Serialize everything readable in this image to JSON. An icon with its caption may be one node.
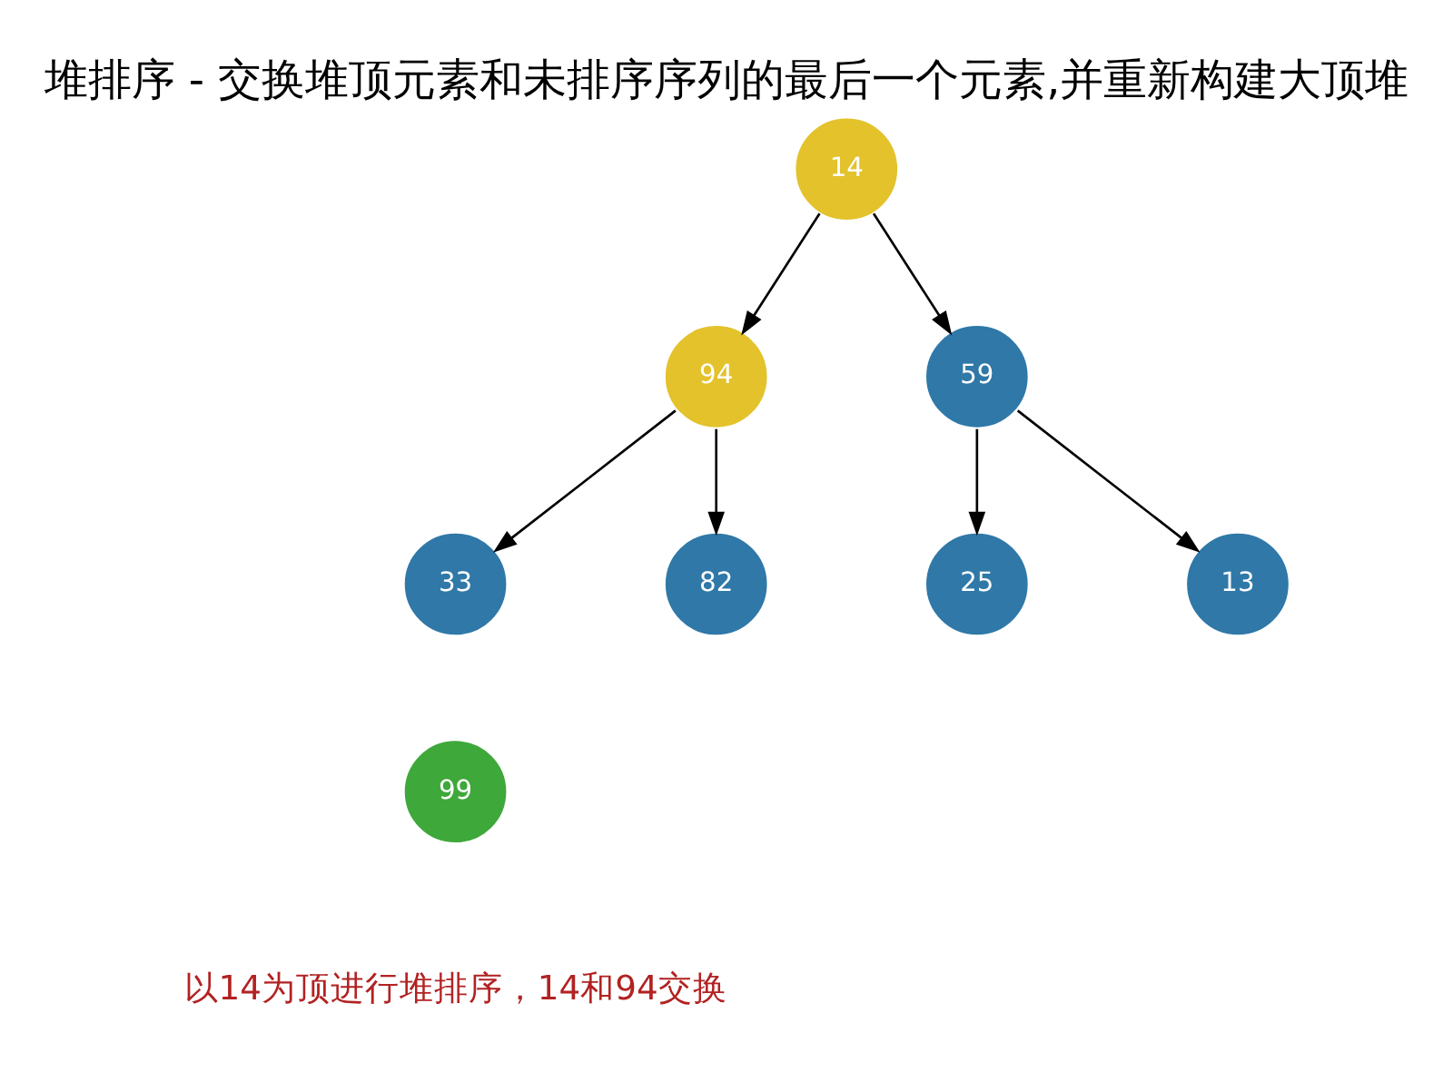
{
  "diagram": {
    "title": "堆排序 - 交换堆顶元素和未排序序列的最后一个元素,并重新构建大顶堆",
    "nodes": [
      {
        "text": [
          "14"
        ]
      },
      {
        "text": [
          "94"
        ]
      },
      {
        "text": [
          "59"
        ]
      },
      {
        "text": [
          "33"
        ]
      },
      {
        "text": [
          "82"
        ]
      },
      {
        "text": [
          "25"
        ]
      },
      {
        "text": [
          "13"
        ]
      },
      {
        "text": [
          "99"
        ]
      }
    ],
    "edges": [
      {
        "from": 0,
        "to": 1,
        "arrow": "to"
      },
      {
        "from": 0,
        "to": 2,
        "arrow": "to"
      },
      {
        "from": 1,
        "to": 3,
        "arrow": "to"
      },
      {
        "from": 1,
        "to": 4,
        "arrow": "to"
      },
      {
        "from": 2,
        "to": 5,
        "arrow": "to"
      },
      {
        "from": 2,
        "to": 6,
        "arrow": "to"
      }
    ],
    "labels": [
      "以14为顶进行堆排序，14和94交换"
    ]
  }
}
